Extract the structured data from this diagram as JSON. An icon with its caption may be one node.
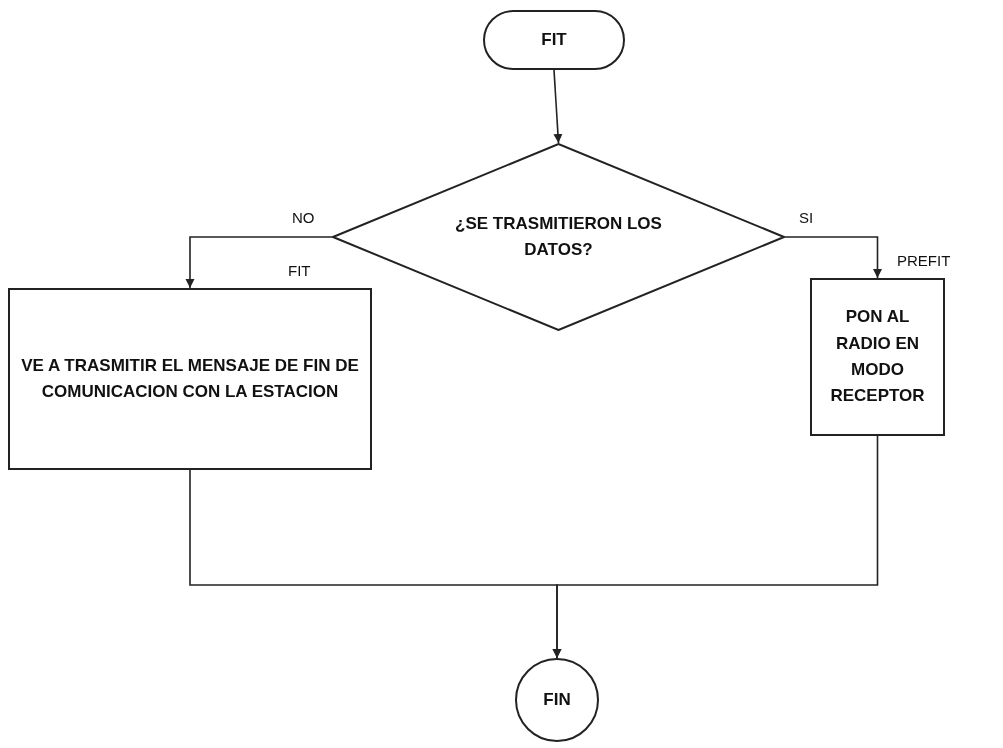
{
  "diagram": {
    "nodes": [
      {
        "text": [
          "FIT"
        ]
      },
      {
        "text": [
          "¿SE TRASMITIERON LOS DATOS?"
        ]
      },
      {
        "text": [
          "VE A TRASMITIR EL MENSAJE DE FIN DE COMUNICACION CON LA ESTACION"
        ],
        "beside": [
          "FIT"
        ]
      },
      {
        "text": [
          "PON AL RADIO EN MODO RECEPTOR"
        ],
        "beside": [
          "PREFIT"
        ]
      },
      {
        "text": [
          "FIN"
        ]
      }
    ],
    "edges": [
      {
        "from": 0,
        "to": 1,
        "arrow": "to"
      },
      {
        "from": 1,
        "to": 2,
        "arrow": "to",
        "label": "NO"
      },
      {
        "from": 1,
        "to": 3,
        "arrow": "to",
        "label": "SI"
      },
      {
        "from": 2,
        "to": 4,
        "arrow": "to"
      },
      {
        "from": 3,
        "to": 4,
        "arrow": "to"
      }
    ]
  }
}
